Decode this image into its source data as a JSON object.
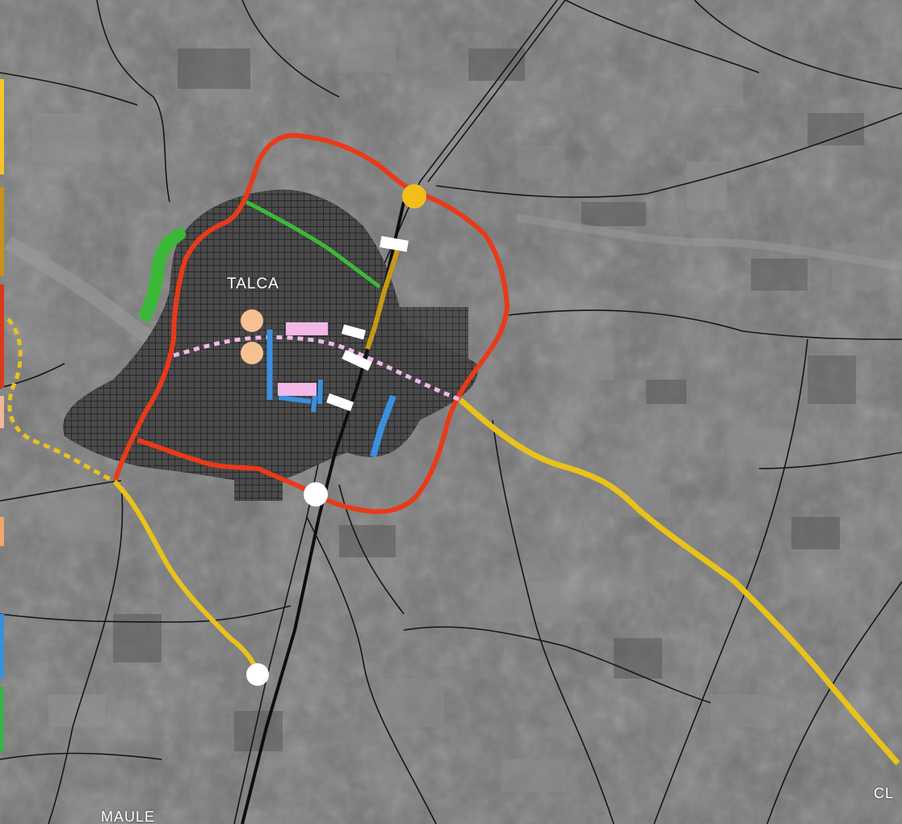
{
  "map": {
    "labels": {
      "city": "TALCA",
      "south": "MAULE",
      "east": "CL"
    },
    "colors": {
      "background": "#6e6e6e",
      "ring_road": "#e83a1a",
      "highway": "#e9c21a",
      "green_corridor": "#3cb838",
      "ochre_segment": "#c79a14",
      "blue_segment": "#3a8fe0",
      "pink_block": "#f1b8e8",
      "peach_circle": "#f6c090",
      "white_marker": "#ffffff",
      "yellow_node": "#f4be1a",
      "legend_strip": [
        "#f4c42a",
        "#c8921a",
        "#d83a1c",
        "#f0b89a",
        "#f0a868",
        "#3a90d8",
        "#3cb04a"
      ]
    },
    "icons": [
      "node-yellow-icon",
      "node-white-icon"
    ]
  }
}
